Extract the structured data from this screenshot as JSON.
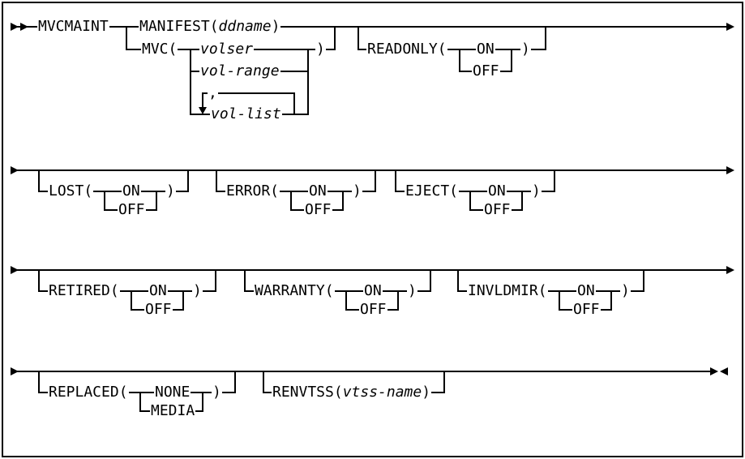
{
  "colors": {
    "line": "#000000",
    "text": "#000000",
    "background": "#ffffff"
  },
  "row1": {
    "command": "MVCMAINT",
    "manifest": {
      "open": "MANIFEST(",
      "var": "ddname",
      "close": ")"
    },
    "mvc": {
      "open": "MVC(",
      "volser": "volser",
      "vol_range": "vol-range",
      "separator": ",",
      "vol_list": "vol-list",
      "close": ")"
    },
    "readonly": {
      "open": "READONLY(",
      "on": "ON",
      "off": "OFF",
      "close": ")"
    }
  },
  "row2": {
    "lost": {
      "open": "LOST(",
      "on": "ON",
      "off": "OFF",
      "close": ")"
    },
    "error": {
      "open": "ERROR(",
      "on": "ON",
      "off": "OFF",
      "close": ")"
    },
    "eject": {
      "open": "EJECT(",
      "on": "ON",
      "off": "OFF",
      "close": ")"
    }
  },
  "row3": {
    "retired": {
      "open": "RETIRED(",
      "on": "ON",
      "off": "OFF",
      "close": ")"
    },
    "warranty": {
      "open": "WARRANTY(",
      "on": "ON",
      "off": "OFF",
      "close": ")"
    },
    "invldmir": {
      "open": "INVLDMIR(",
      "on": "ON",
      "off": "OFF",
      "close": ")"
    }
  },
  "row4": {
    "replaced": {
      "open": "REPLACED(",
      "none": "NONE",
      "media": "MEDIA",
      "close": ")"
    },
    "renvtss": {
      "open": "RENVTSS(",
      "var": "vtss-name",
      "close": ")"
    }
  }
}
